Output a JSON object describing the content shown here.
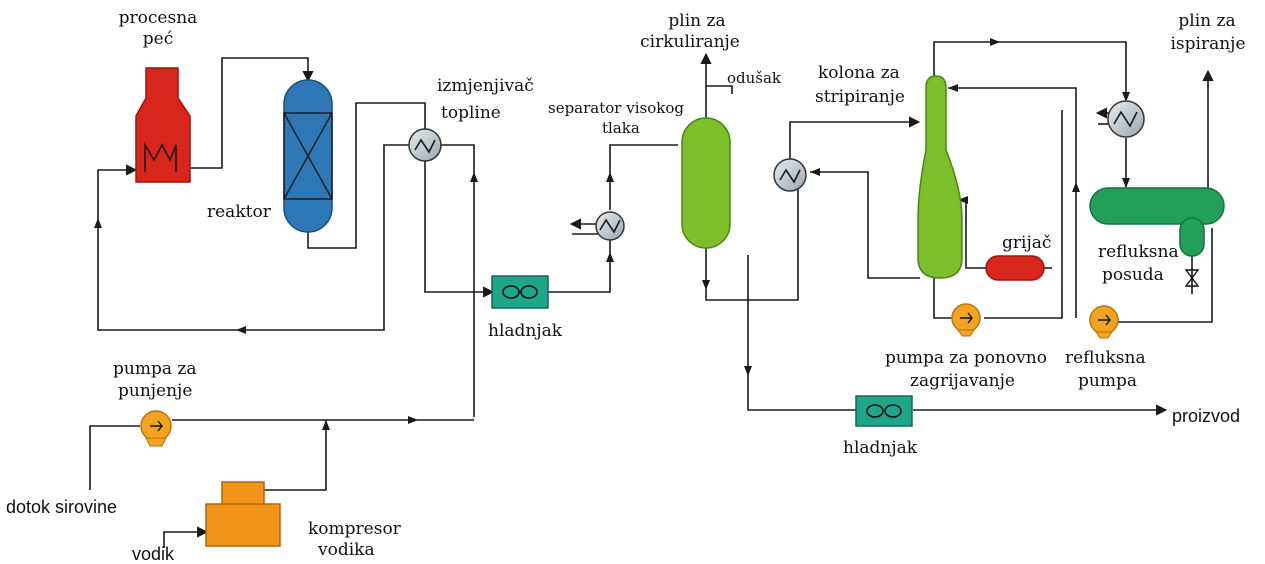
{
  "labels": {
    "furnace": [
      "procesna",
      "peć"
    ],
    "reactor": "reaktor",
    "heat_exchanger": [
      "izmjenjivač",
      "topline"
    ],
    "cooler_1": "hladnjak",
    "cooler_2": "hladnjak",
    "hp_separator": [
      "separator visokog",
      "tlaka"
    ],
    "recycle_gas": [
      "plin za",
      "cirkuliranje"
    ],
    "vent": "odušak",
    "stripping_column": [
      "kolona za",
      "stripiranje"
    ],
    "purge_gas": [
      "plin za",
      "ispiranje"
    ],
    "heater": "grijač",
    "reflux_drum": [
      "refluksna",
      "posuda"
    ],
    "reboiler_pump": [
      "pumpa za ponovno",
      "zagrijavanje"
    ],
    "reflux_pump": [
      "refluksna",
      "pumpa"
    ],
    "product": "proizvod",
    "charge_pump": [
      "pumpa za",
      "punjenje"
    ],
    "feed": "dotok sirovine",
    "hydrogen": "vodik",
    "h2_compressor": [
      "kompresor",
      "vodika"
    ]
  },
  "colors": {
    "furnace": "#d9261c",
    "reactor": "#2e78b7",
    "separator": "#7bbf2a",
    "column": "#7bbf2a",
    "reflux_drum": "#22a05a",
    "heater": "#d9261c",
    "pump": "#f2a31f",
    "compressor": "#f2931a",
    "cooler": "#1fa58a",
    "exchanger": "#c9d0d4",
    "line": "#1a1a1a"
  }
}
